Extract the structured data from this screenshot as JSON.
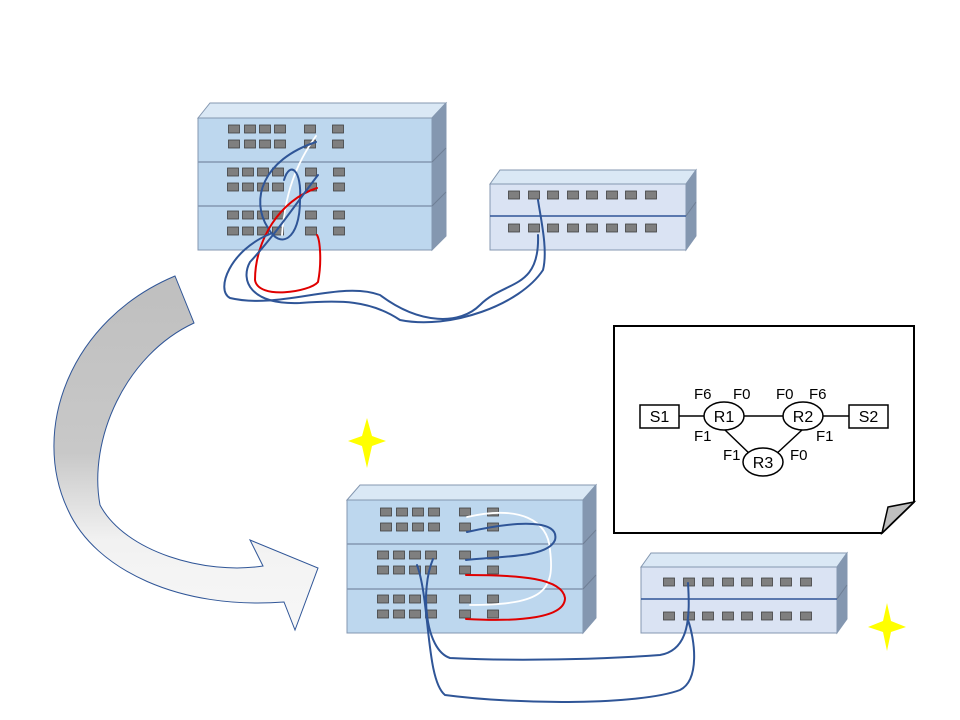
{
  "colors": {
    "face": "#bdd7ee",
    "top": "#dae8f5",
    "side": "#8497b0",
    "switch_face": "#dae3f3",
    "port": "#7f7f7f",
    "cable_blue": "#2f5597",
    "cable_red": "#e00000",
    "cable_white": "#ffffff",
    "arrow_dark": "#c0c0c0",
    "arrow_light": "#f2f2f2",
    "sparkle": "#ffff00"
  },
  "topology": {
    "nodes": {
      "s1": "S1",
      "s2": "S2",
      "r1": "R1",
      "r2": "R2",
      "r3": "R3"
    },
    "ports": {
      "r1_f6": "F6",
      "r1_f0": "F0",
      "r2_f0": "F0",
      "r2_f6": "F6",
      "r1_f1": "F1",
      "r2_f1": "F1",
      "r3_f1": "F1",
      "r3_f0": "F0"
    }
  }
}
